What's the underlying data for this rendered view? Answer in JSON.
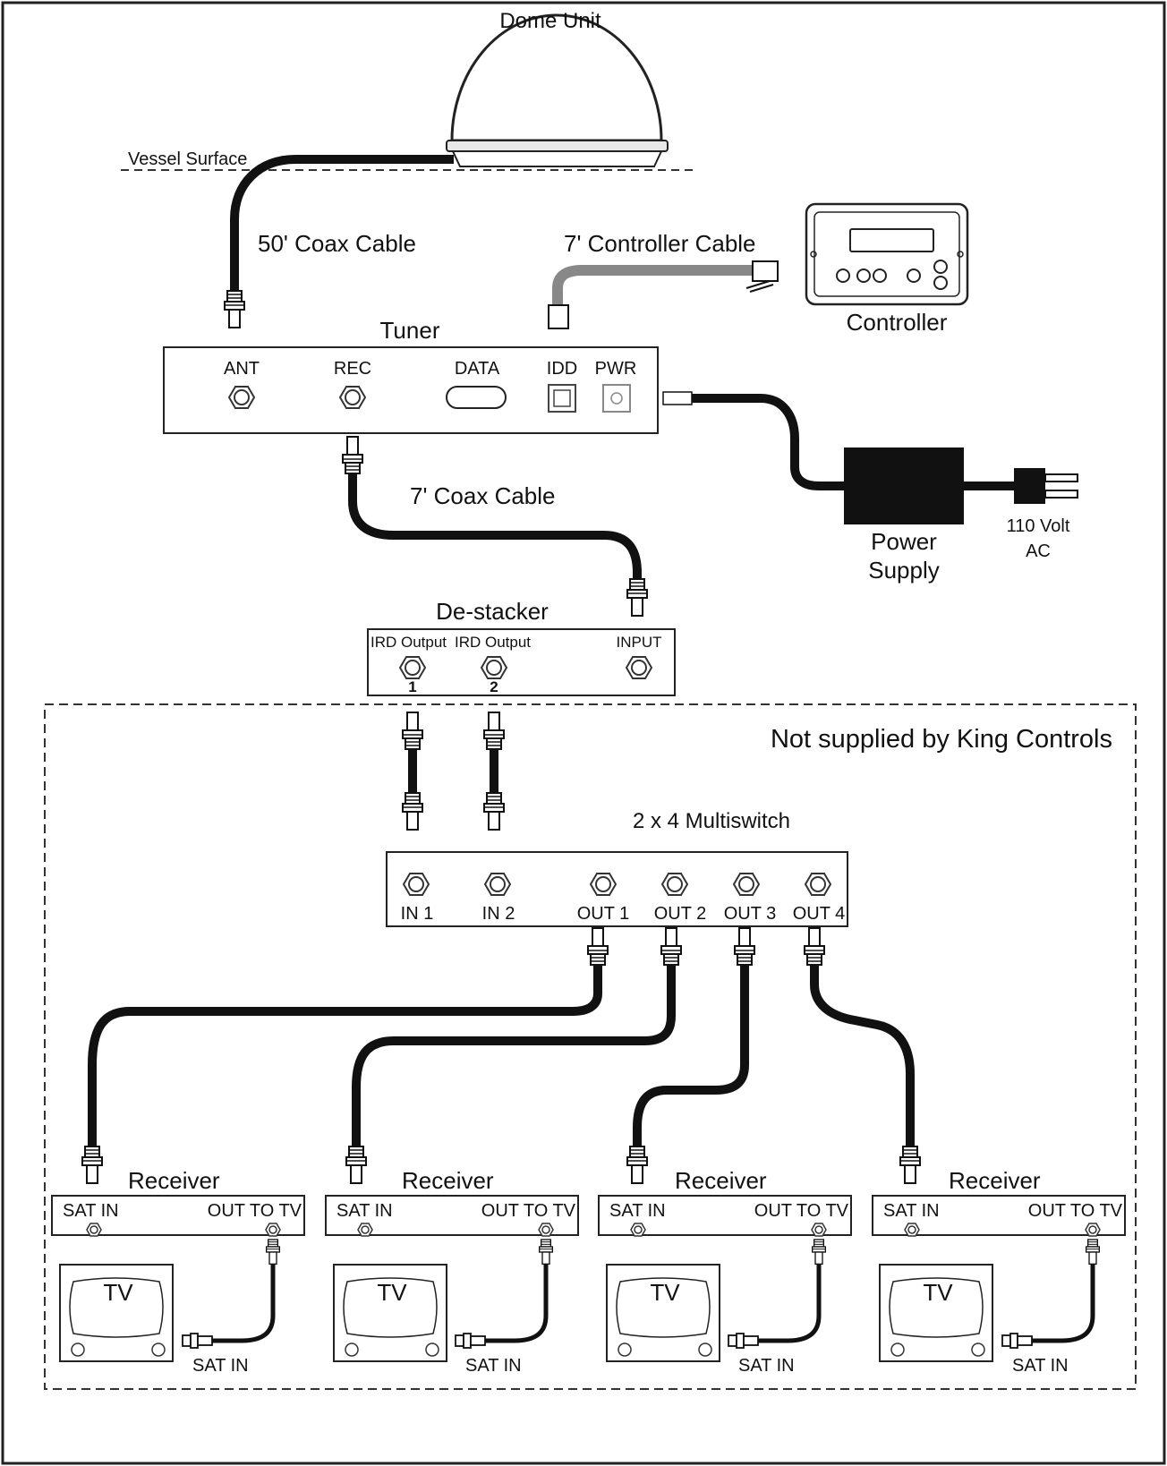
{
  "dome": {
    "title": "Dome Unit",
    "surface_label": "Vessel Surface"
  },
  "cables": {
    "coax50": "50' Coax Cable",
    "controller": "7' Controller Cable",
    "coax7": "7' Coax Cable"
  },
  "controller": {
    "label": "Controller"
  },
  "tuner": {
    "label": "Tuner",
    "ports": [
      "ANT",
      "REC",
      "DATA",
      "IDD",
      "PWR"
    ]
  },
  "power": {
    "label_line1": "Power",
    "label_line2": "Supply",
    "ac_line1": "110 Volt",
    "ac_line2": "AC"
  },
  "destacker": {
    "label": "De-stacker",
    "output1": "IRD Output",
    "output2": "IRD Output",
    "num1": "1",
    "num2": "2",
    "input": "INPUT"
  },
  "not_supplied": "Not supplied by King Controls",
  "multiswitch": {
    "label": "2 x 4 Multiswitch",
    "ports": [
      "IN 1",
      "IN 2",
      "OUT 1",
      "OUT 2",
      "OUT 3",
      "OUT 4"
    ]
  },
  "receivers": [
    {
      "label": "Receiver",
      "sat_in": "SAT IN",
      "out_to_tv": "OUT TO TV",
      "tv": "TV",
      "tv_sat_in": "SAT IN"
    },
    {
      "label": "Receiver",
      "sat_in": "SAT IN",
      "out_to_tv": "OUT TO TV",
      "tv": "TV",
      "tv_sat_in": "SAT IN"
    },
    {
      "label": "Receiver",
      "sat_in": "SAT IN",
      "out_to_tv": "OUT TO TV",
      "tv": "TV",
      "tv_sat_in": "SAT IN"
    },
    {
      "label": "Receiver",
      "sat_in": "SAT IN",
      "out_to_tv": "OUT TO TV",
      "tv": "TV",
      "tv_sat_in": "SAT IN"
    }
  ]
}
